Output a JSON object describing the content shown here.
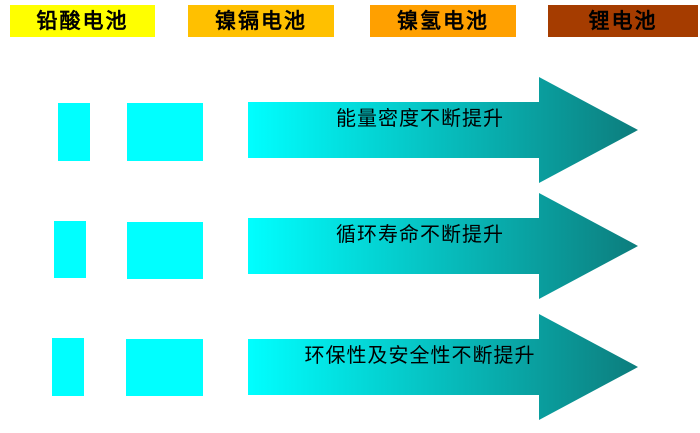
{
  "header": {
    "boxes": [
      {
        "label": "铅酸电池",
        "color": "#ffff00"
      },
      {
        "label": "镍镉电池",
        "color": "#ffc000"
      },
      {
        "label": "镍氢电池",
        "color": "#ffa000"
      },
      {
        "label": "锂电池",
        "color": "#a53c00"
      }
    ]
  },
  "rows": [
    {
      "label": "能量密度不断提升"
    },
    {
      "label": "循环寿命不断提升"
    },
    {
      "label": "环保性及安全性不断提升"
    }
  ],
  "colors": {
    "bar-fill": "#00ffff",
    "arrow-start": "#00ffff",
    "arrow-end": "#0d7d7d"
  }
}
